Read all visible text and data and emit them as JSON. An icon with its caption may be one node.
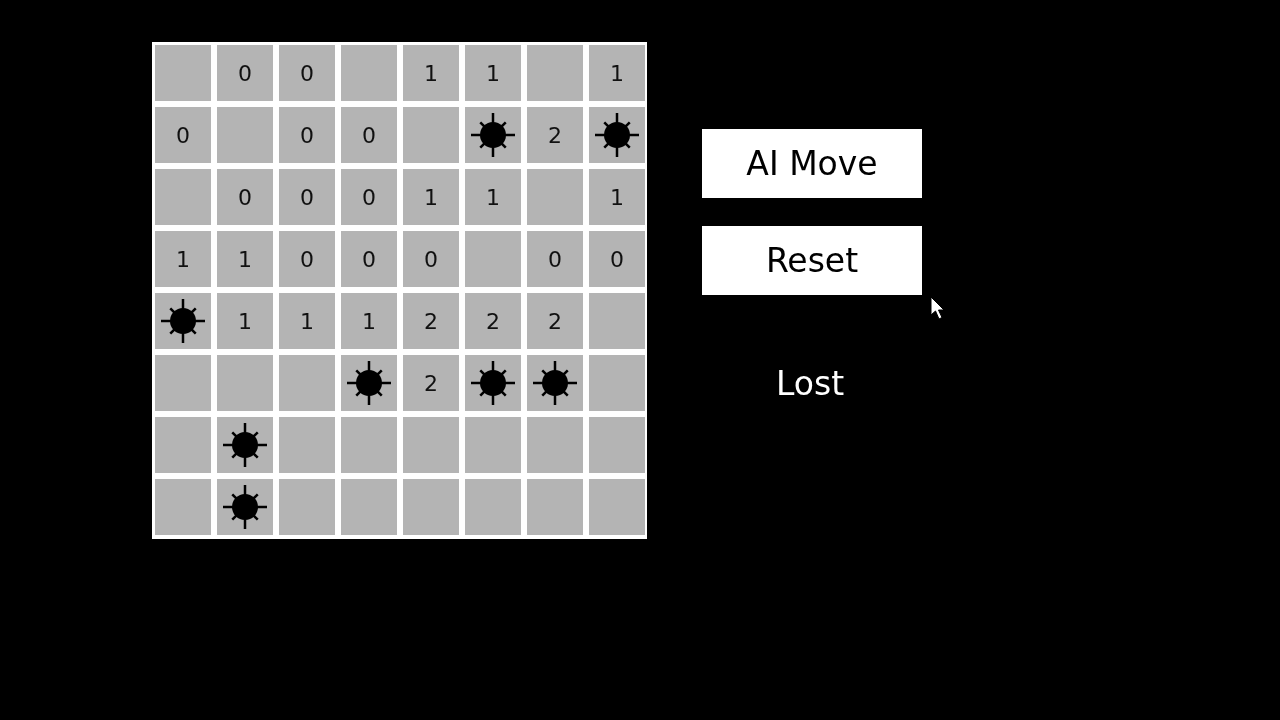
{
  "diagram": {
    "nodes": [
      {
        "text": [],
        "shape": "box"
      },
      {
        "text": [],
        "shape": "box",
        "in": 0
      },
      {
        "text": [
          "0"
        ],
        "in": 0
      },
      {
        "text": [
          "0"
        ],
        "in": 0
      },
      {
        "text": [],
        "shape": "box",
        "in": 0
      },
      {
        "text": [
          "1"
        ],
        "in": 0
      },
      {
        "text": [
          "1"
        ],
        "in": 0
      },
      {
        "text": [],
        "shape": "box",
        "in": 0
      },
      {
        "text": [
          "1"
        ],
        "in": 0
      },
      {
        "text": [
          "0"
        ],
        "in": 0
      },
      {
        "text": [],
        "shape": "box",
        "in": 0
      },
      {
        "text": [
          "0"
        ],
        "in": 0
      },
      {
        "text": [
          "0"
        ],
        "in": 0
      },
      {
        "text": [],
        "shape": "box",
        "in": 0
      },
      {
        "text": [],
        "shape": "picture",
        "in": 0
      },
      {
        "text": [
          "2"
        ],
        "in": 0
      },
      {
        "text": [],
        "shape": "picture",
        "in": 0
      },
      {
        "text": [],
        "shape": "box",
        "in": 0
      },
      {
        "text": [
          "0"
        ],
        "in": 0
      },
      {
        "text": [
          "0"
        ],
        "in": 0
      },
      {
        "text": [
          "0"
        ],
        "in": 0
      },
      {
        "text": [
          "1"
        ],
        "in": 0
      },
      {
        "text": [
          "1"
        ],
        "in": 0
      },
      {
        "text": [],
        "shape": "box",
        "in": 0
      },
      {
        "text": [
          "1"
        ],
        "in": 0
      },
      {
        "text": [
          "1"
        ],
        "in": 0
      },
      {
        "text": [
          "1"
        ],
        "in": 0
      },
      {
        "text": [
          "0"
        ],
        "in": 0
      },
      {
        "text": [
          "0"
        ],
        "in": 0
      },
      {
        "text": [
          "0"
        ],
        "in": 0
      },
      {
        "text": [],
        "shape": "box",
        "in": 0
      },
      {
        "text": [
          "0"
        ],
        "in": 0
      },
      {
        "text": [
          "0"
        ],
        "in": 0
      },
      {
        "text": [],
        "shape": "picture",
        "in": 0
      },
      {
        "text": [
          "1"
        ],
        "in": 0
      },
      {
        "text": [
          "1"
        ],
        "in": 0
      },
      {
        "text": [
          "1"
        ],
        "in": 0
      },
      {
        "text": [
          "2"
        ],
        "in": 0
      },
      {
        "text": [
          "2"
        ],
        "in": 0
      },
      {
        "text": [
          "2"
        ],
        "in": 0
      },
      {
        "text": [],
        "shape": "box",
        "in": 0
      },
      {
        "text": [],
        "shape": "box",
        "in": 0
      },
      {
        "text": [],
        "shape": "box",
        "in": 0
      },
      {
        "text": [],
        "shape": "box",
        "in": 0
      },
      {
        "text": [],
        "shape": "picture",
        "in": 0
      },
      {
        "text": [
          "2"
        ],
        "in": 0
      },
      {
        "text": [],
        "shape": "picture",
        "in": 0
      },
      {
        "text": [],
        "shape": "picture",
        "in": 0
      },
      {
        "text": [],
        "shape": "box",
        "in": 0
      },
      {
        "text": [],
        "shape": "box",
        "in": 0
      },
      {
        "text": [],
        "shape": "picture",
        "in": 0
      },
      {
        "text": [],
        "shape": "box",
        "in": 0
      },
      {
        "text": [],
        "shape": "box",
        "in": 0
      },
      {
        "text": [],
        "shape": "box",
        "in": 0
      },
      {
        "text": [],
        "shape": "box",
        "in": 0
      },
      {
        "text": [],
        "shape": "box",
        "in": 0
      },
      {
        "text": [],
        "shape": "box",
        "in": 0
      },
      {
        "text": [],
        "shape": "box",
        "in": 0
      },
      {
        "text": [],
        "shape": "picture",
        "in": 0
      },
      {
        "text": [],
        "shape": "box",
        "in": 0
      },
      {
        "text": [],
        "shape": "box",
        "in": 0
      },
      {
        "text": [],
        "shape": "box",
        "in": 0
      },
      {
        "text": [],
        "shape": "box",
        "in": 0
      },
      {
        "text": [],
        "shape": "box",
        "in": 0
      },
      {
        "text": [],
        "shape": "box",
        "in": 0
      },
      {
        "text": [
          "AI Move"
        ]
      },
      {
        "text": [
          "Reset"
        ]
      }
    ],
    "labels": [
      "Lost"
    ]
  }
}
